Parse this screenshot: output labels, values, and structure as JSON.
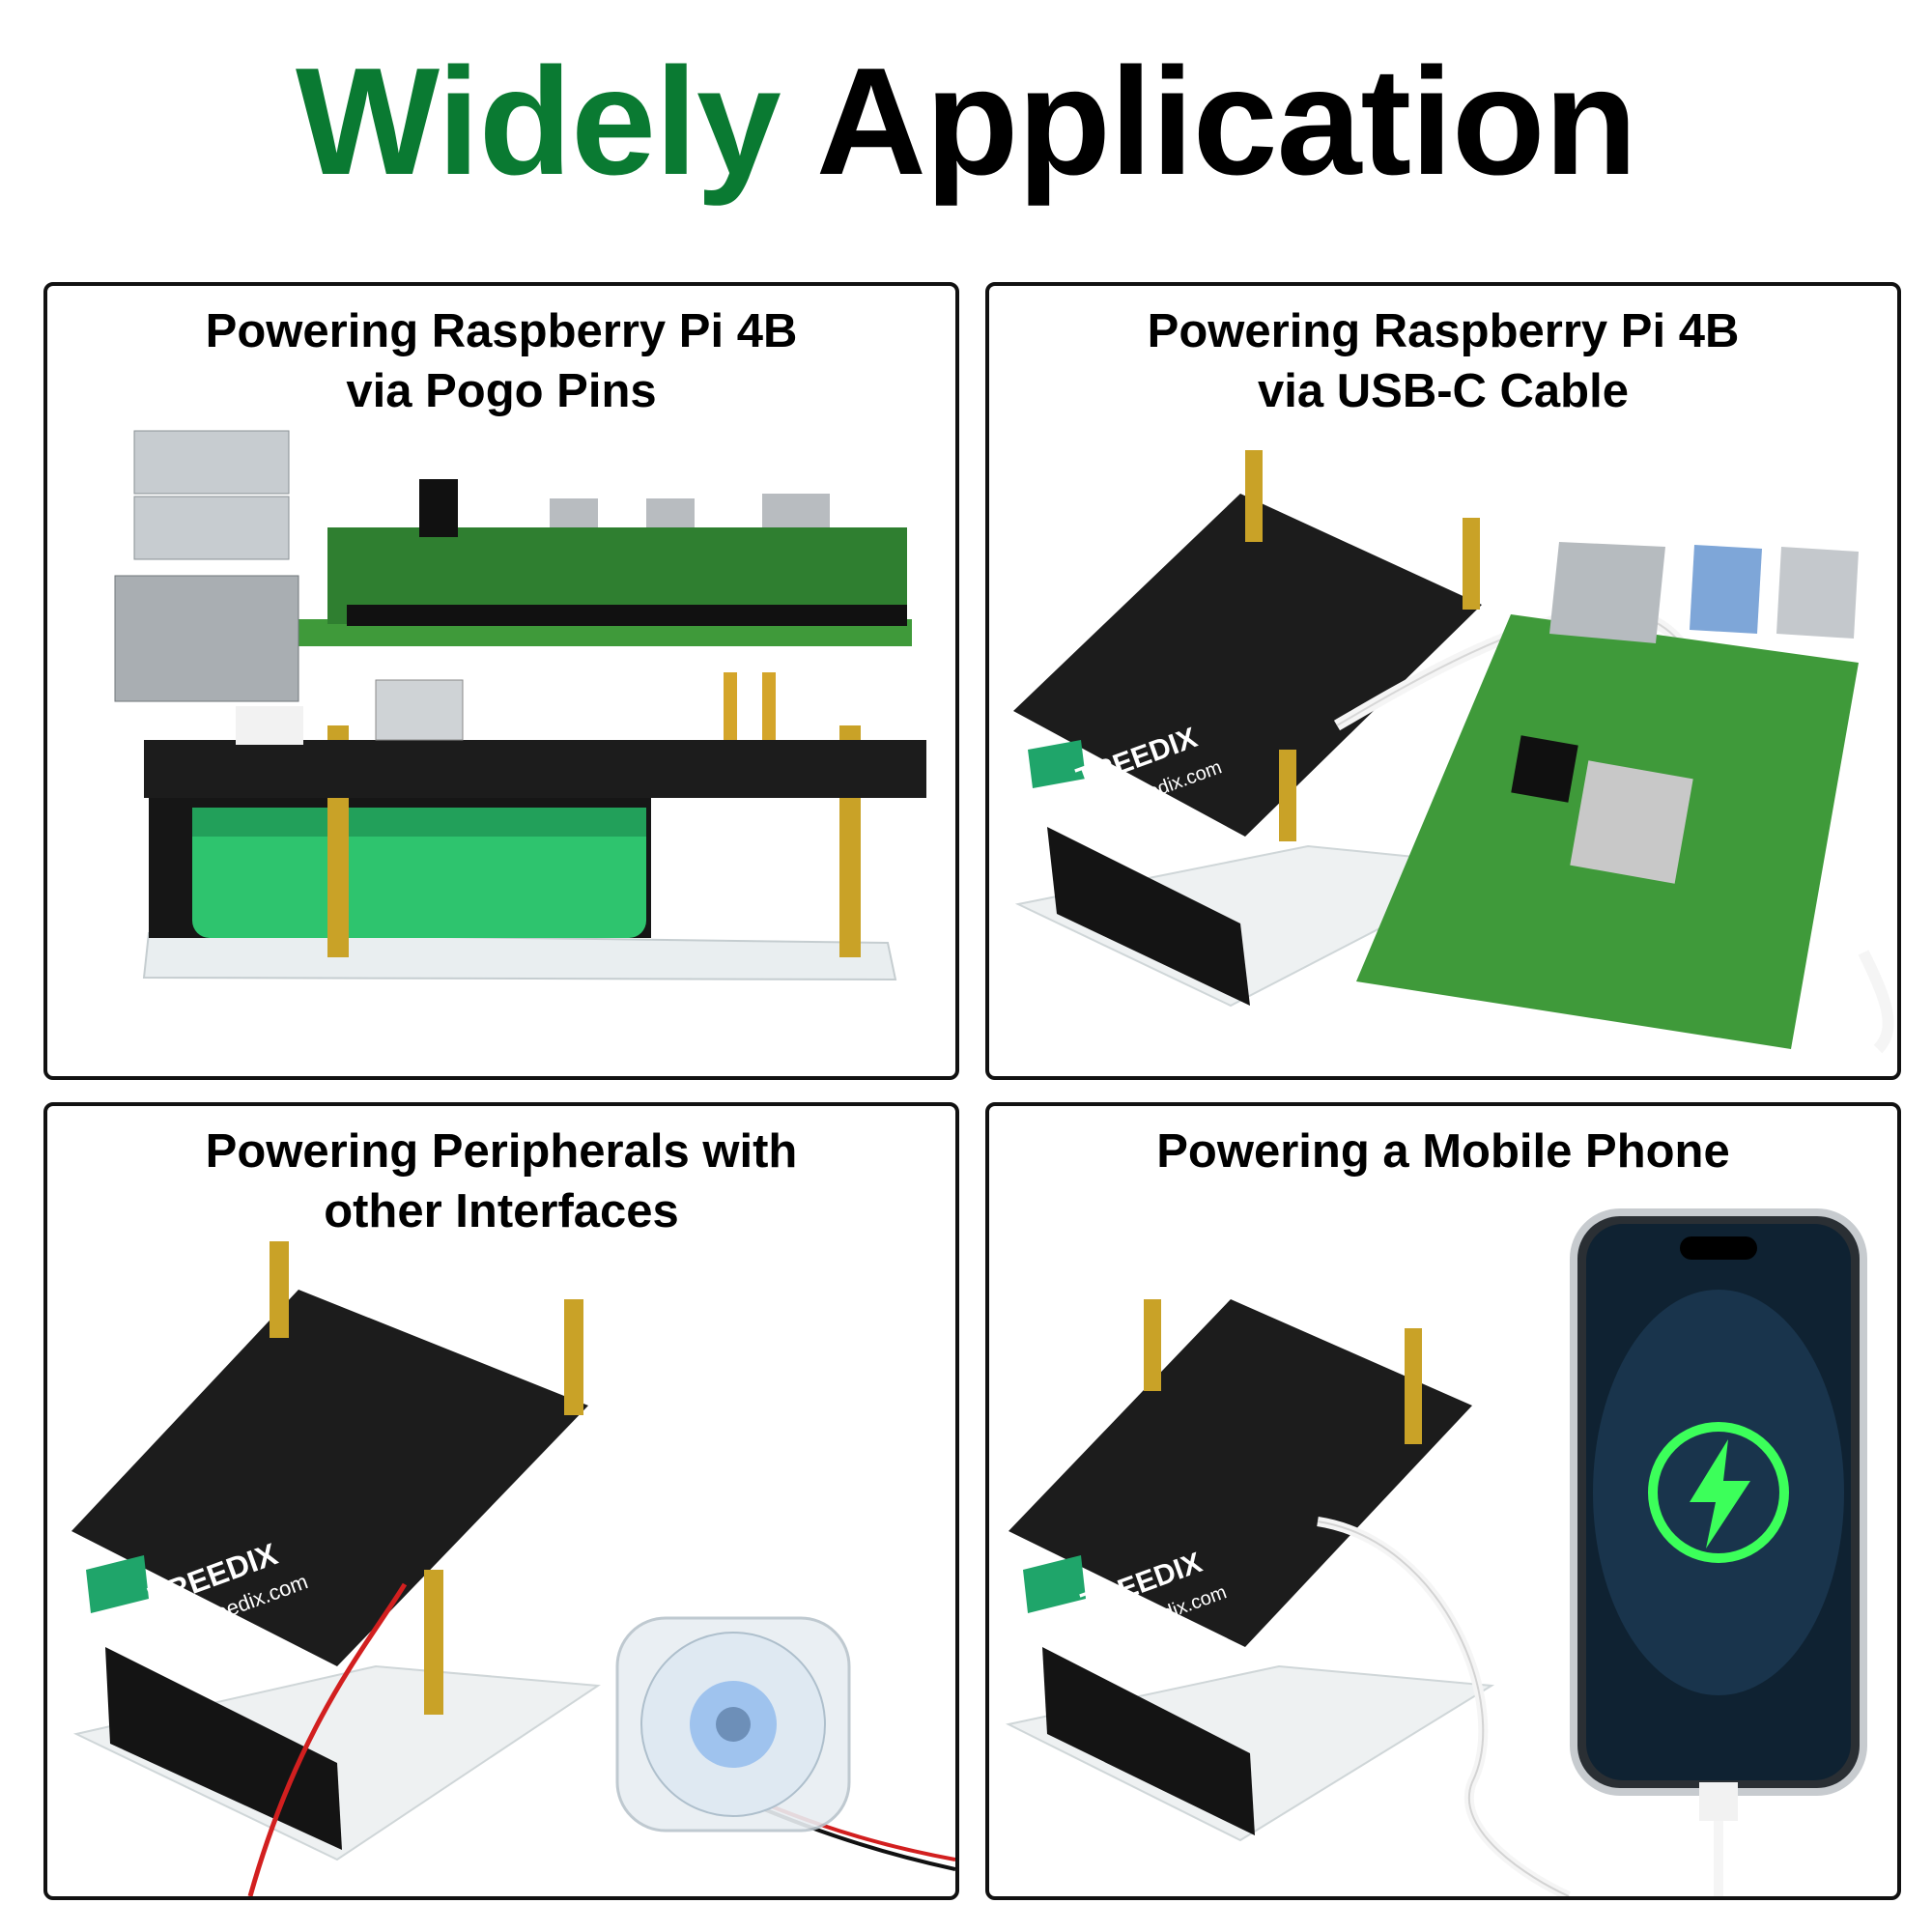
{
  "headline": {
    "word1": "Widely",
    "word2": "Application"
  },
  "colors": {
    "headline_green": "#0a7a32",
    "pcb_black": "#1c1c1c",
    "pi_green": "#3f9a3a",
    "brass": "#c9a227",
    "cell_green": "#2ec46e",
    "phone_glow": "#3cff5a"
  },
  "panels": [
    {
      "line1": "Powering Raspberry Pi 4B",
      "line2": "via Pogo Pins"
    },
    {
      "line1": "Powering Raspberry Pi 4B",
      "line2": "via USB-C Cable"
    },
    {
      "line1": "Powering Peripherals with",
      "line2": "other Interfaces"
    },
    {
      "line1": "Powering a Mobile Phone",
      "line2": ""
    }
  ],
  "board": {
    "brand": "TREEDIX",
    "url": "www.treedix.com"
  },
  "icons": {
    "charge": "lightning-bolt-icon",
    "brand_logo": "treedix-logo-icon"
  }
}
